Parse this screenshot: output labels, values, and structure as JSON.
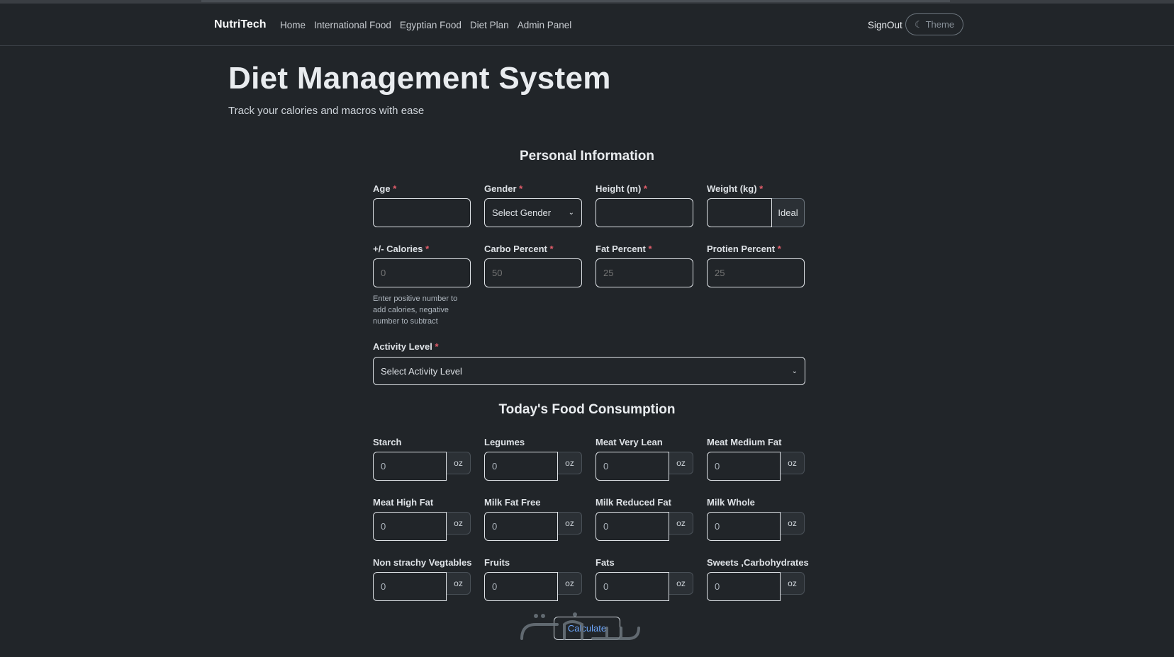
{
  "nav": {
    "brand": "NutriTech",
    "links": [
      "Home",
      "International Food",
      "Egyptian Food",
      "Diet Plan",
      "Admin Panel"
    ],
    "signout": "SignOut",
    "theme": "Theme"
  },
  "header": {
    "title": "Diet Management System",
    "subtitle": "Track your calories and macros with ease"
  },
  "personal": {
    "title": "Personal Information",
    "age_label": "Age",
    "age_value": "",
    "gender_label": "Gender",
    "gender_value": "Select Gender",
    "height_label": "Height (m)",
    "height_value": "",
    "weight_label": "Weight (kg)",
    "weight_value": "",
    "weight_addon": "Ideal",
    "calories_label": "+/- Calories",
    "calories_placeholder": "0",
    "calories_help": "Enter positive number to add calories, negative number to subtract",
    "carbo_label": "Carbo Percent",
    "carbo_placeholder": "50",
    "fat_label": "Fat Percent",
    "fat_placeholder": "25",
    "protein_label": "Protien Percent",
    "protein_placeholder": "25",
    "required_mark": "*",
    "activity_label": "Activity Level",
    "activity_value": "Select Activity Level"
  },
  "food": {
    "title": "Today's Food Consumption",
    "unit": "oz",
    "items": [
      {
        "label": "Starch",
        "value": "0"
      },
      {
        "label": "Legumes",
        "value": "0"
      },
      {
        "label": "Meat Very Lean",
        "value": "0"
      },
      {
        "label": "Meat Medium Fat",
        "value": "0"
      },
      {
        "label": "Meat High Fat",
        "value": "0"
      },
      {
        "label": "Milk Fat Free",
        "value": "0"
      },
      {
        "label": "Milk Reduced Fat",
        "value": "0"
      },
      {
        "label": "Milk Whole",
        "value": "0"
      },
      {
        "label": "Non strachy Vegtables",
        "value": "0"
      },
      {
        "label": "Fruits",
        "value": "0"
      },
      {
        "label": "Fats",
        "value": "0"
      },
      {
        "label": "Sweets ,Carbohydrates",
        "value": "0"
      }
    ]
  },
  "actions": {
    "calculate": "Calculate"
  },
  "colors": {
    "background": "#212529",
    "accent": "#6ea8fe",
    "required": "#e35d6a"
  }
}
